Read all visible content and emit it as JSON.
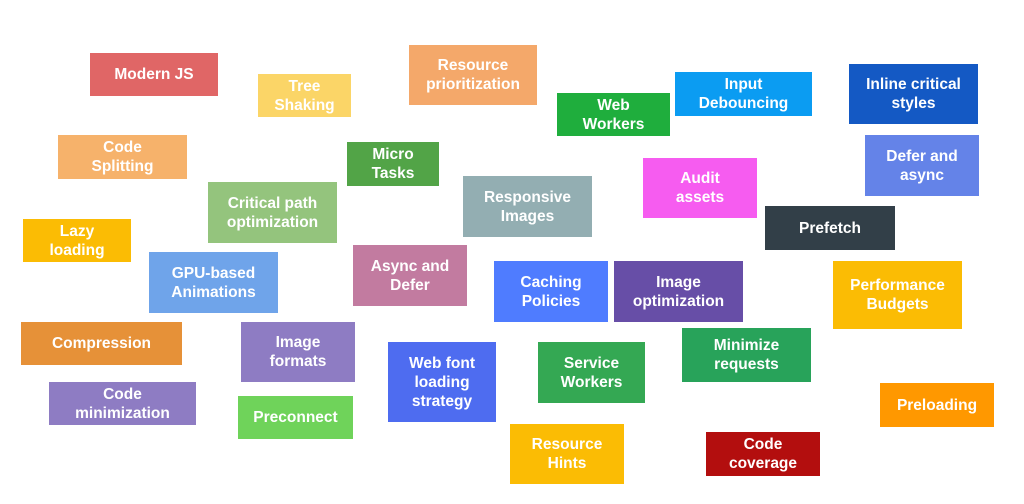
{
  "tiles": [
    {
      "id": "modern-js",
      "label": "Modern JS",
      "color": "#e06666"
    },
    {
      "id": "tree-shaking",
      "label": "Tree\nShaking",
      "color": "#fbd567"
    },
    {
      "id": "resource-prioritization",
      "label": "Resource\nprioritization",
      "color": "#f4a86a"
    },
    {
      "id": "web-workers",
      "label": "Web\nWorkers",
      "color": "#1fae3d"
    },
    {
      "id": "input-debouncing",
      "label": "Input\nDebouncing",
      "color": "#0b9cf2"
    },
    {
      "id": "inline-critical-styles",
      "label": "Inline critical\nstyles",
      "color": "#1459c4"
    },
    {
      "id": "code-splitting",
      "label": "Code\nSplitting",
      "color": "#f6b26b"
    },
    {
      "id": "micro-tasks",
      "label": "Micro\nTasks",
      "color": "#52a447"
    },
    {
      "id": "critical-path-optimization",
      "label": "Critical path\noptimization",
      "color": "#94c47d"
    },
    {
      "id": "responsive-images",
      "label": "Responsive\nImages",
      "color": "#93aeb2"
    },
    {
      "id": "audit-assets",
      "label": "Audit\nassets",
      "color": "#f65cf0"
    },
    {
      "id": "defer-and-async",
      "label": "Defer and\nasync",
      "color": "#6483e8"
    },
    {
      "id": "prefetch",
      "label": "Prefetch",
      "color": "#323f48"
    },
    {
      "id": "lazy-loading",
      "label": "Lazy\nloading",
      "color": "#fbbc04"
    },
    {
      "id": "gpu-based-animations",
      "label": "GPU-based\nAnimations",
      "color": "#6fa4ea"
    },
    {
      "id": "async-and-defer",
      "label": "Async and\nDefer",
      "color": "#c27ba0"
    },
    {
      "id": "caching-policies",
      "label": "Caching\nPolicies",
      "color": "#4f7cff"
    },
    {
      "id": "image-optimization",
      "label": "Image\noptimization",
      "color": "#674ea7"
    },
    {
      "id": "performance-budgets",
      "label": "Performance\nBudgets",
      "color": "#fbbc04"
    },
    {
      "id": "compression",
      "label": "Compression",
      "color": "#e69138"
    },
    {
      "id": "image-formats",
      "label": "Image\nformats",
      "color": "#8e7cc3"
    },
    {
      "id": "web-font-loading-strategy",
      "label": "Web font\nloading\nstrategy",
      "color": "#4e6cf0"
    },
    {
      "id": "service-workers",
      "label": "Service\nWorkers",
      "color": "#34a853"
    },
    {
      "id": "minimize-requests",
      "label": "Minimize\nrequests",
      "color": "#28a35a"
    },
    {
      "id": "code-minimization",
      "label": "Code\nminimization",
      "color": "#8e7cc3"
    },
    {
      "id": "preconnect",
      "label": "Preconnect",
      "color": "#6fd35a"
    },
    {
      "id": "preloading",
      "label": "Preloading",
      "color": "#ff9800"
    },
    {
      "id": "resource-hints",
      "label": "Resource\nHints",
      "color": "#fbbc04"
    },
    {
      "id": "code-coverage",
      "label": "Code\ncoverage",
      "color": "#b30e0e"
    }
  ]
}
